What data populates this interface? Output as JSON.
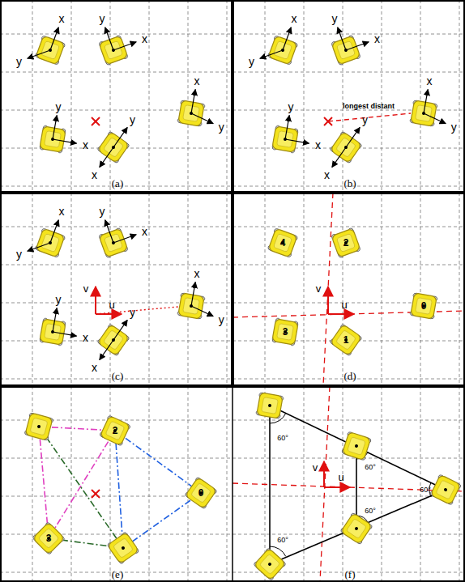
{
  "diagram": {
    "labels": [
      "x",
      "y",
      "y",
      "x",
      "x",
      "y",
      "y",
      "x",
      "y",
      "x",
      "(a)",
      "x",
      "y",
      "y",
      "x",
      "x",
      "y",
      "y",
      "x",
      "y",
      "x",
      "longest distant",
      "(b)",
      "x",
      "y",
      "y",
      "x",
      "x",
      "y",
      "y",
      "x",
      "y",
      "x",
      "v",
      "u",
      "(c)",
      "4",
      "2",
      "0",
      "3",
      "1",
      "v",
      "u",
      "(d)",
      "2",
      "0",
      "3",
      "(e)",
      "60°",
      "60°",
      "60°",
      "60°",
      "60°",
      "v",
      "u",
      "(f)"
    ]
  }
}
